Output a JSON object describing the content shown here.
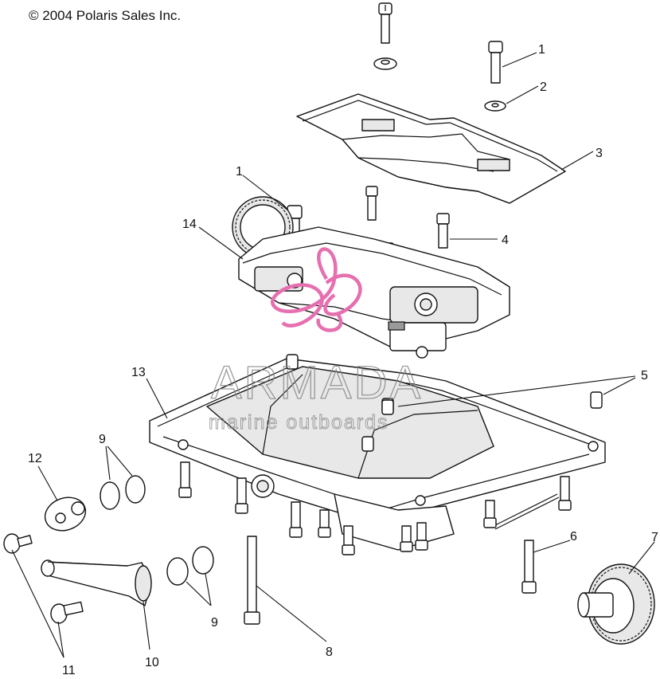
{
  "copyright": "© 2004 Polaris Sales Inc.",
  "watermark": {
    "title": "ARMADA",
    "subtitle": "marine outboards",
    "logo_color": "#e66fb0",
    "text_color": "#8a8a8a"
  },
  "callouts": [
    {
      "id": "c1a",
      "label": "1"
    },
    {
      "id": "c2",
      "label": "2"
    },
    {
      "id": "c3",
      "label": "3"
    },
    {
      "id": "c1b",
      "label": "1"
    },
    {
      "id": "c14",
      "label": "14"
    },
    {
      "id": "c4",
      "label": "4"
    },
    {
      "id": "c13",
      "label": "13"
    },
    {
      "id": "c5",
      "label": "5"
    },
    {
      "id": "c9a",
      "label": "9"
    },
    {
      "id": "c12",
      "label": "12"
    },
    {
      "id": "c7",
      "label": "7"
    },
    {
      "id": "c6",
      "label": "6"
    },
    {
      "id": "c9b",
      "label": "9"
    },
    {
      "id": "c8",
      "label": "8"
    },
    {
      "id": "c10",
      "label": "10"
    },
    {
      "id": "c11",
      "label": "11"
    }
  ]
}
